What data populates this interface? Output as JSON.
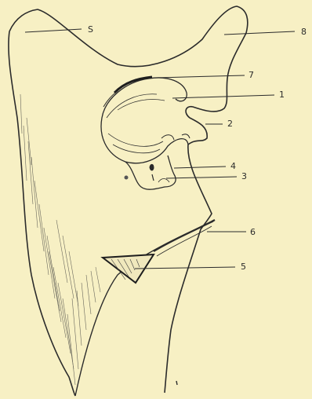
{
  "labels": {
    "l1": "1",
    "l2": "2",
    "l3": "3",
    "l4": "4",
    "l5": "5",
    "l6": "6",
    "l7": "7",
    "l8": "8",
    "lS": "S"
  },
  "colors": {
    "background": "#f7f0c4",
    "ink": "#2b2b2b"
  }
}
